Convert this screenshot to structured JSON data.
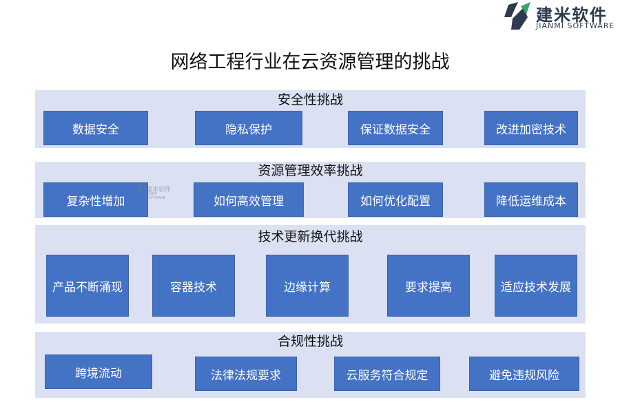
{
  "logo": {
    "name": "建米软件",
    "subtitle": "JIANMI SOFTWARE"
  },
  "title": "网络工程行业在云资源管理的挑战",
  "sections": [
    {
      "title": "安全性挑战",
      "items": [
        "数据安全",
        "隐私保护",
        "保证数据安全",
        "改进加密技术"
      ]
    },
    {
      "title": "资源管理效率挑战",
      "items": [
        "复杂性增加",
        "如何高效管理",
        "如何优化配置",
        "降低运维成本"
      ]
    },
    {
      "title": "技术更新换代挑战",
      "items": [
        "产品不断涌现",
        "容器技术",
        "边缘计算",
        "要求提高",
        "适应技术发展"
      ]
    },
    {
      "title": "合规性挑战",
      "items": [
        "跨境流动",
        "法律法规要求",
        "云服务符合规定",
        "避免违规风险"
      ]
    }
  ],
  "watermark": {
    "name": "建米软件",
    "subtitle": "JIANMI SOFTWARE"
  },
  "colors": {
    "section_bg": "#dbe1f3",
    "box": "#4472c4",
    "box_text": "#ffffff"
  }
}
